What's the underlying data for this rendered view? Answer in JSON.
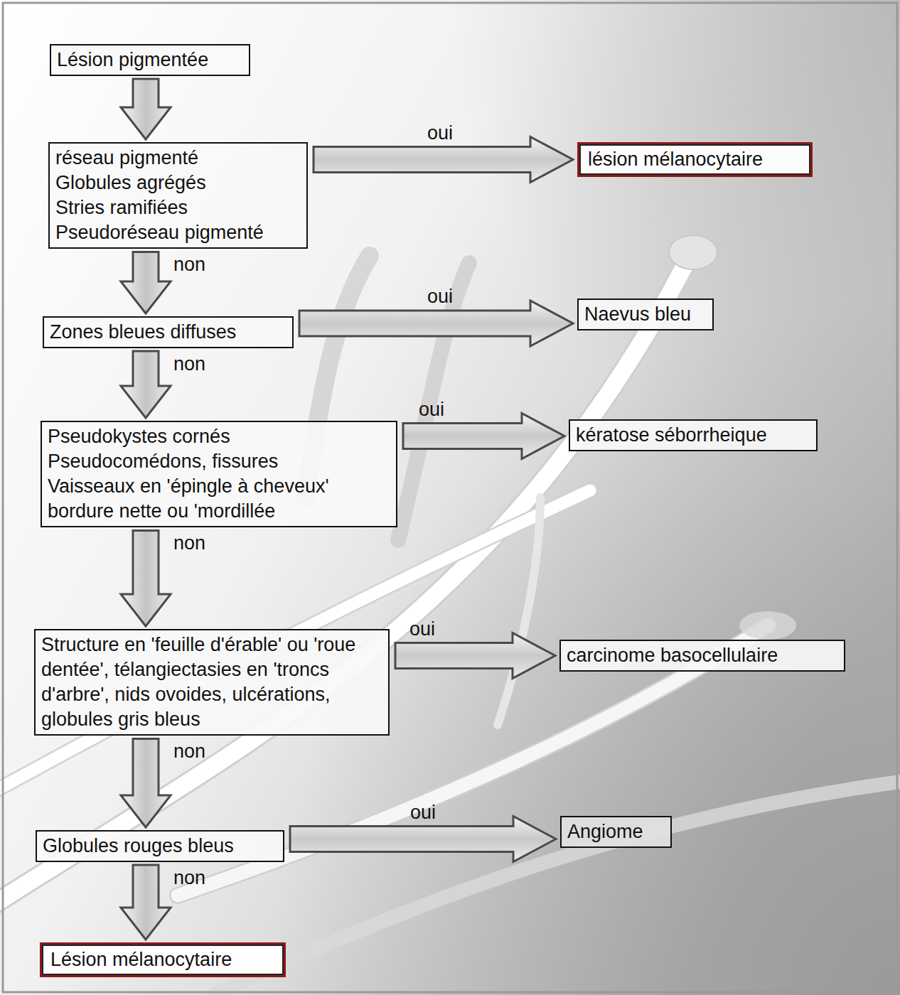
{
  "diagram": {
    "nodes": [
      {
        "text": [
          "Lésion pigmentée"
        ]
      },
      {
        "text": [
          "réseau pigmenté",
          "Globules agrégés",
          "Stries ramifiées",
          "Pseudoréseau pigmenté"
        ]
      },
      {
        "text": [
          "lésion mélanocytaire"
        ]
      },
      {
        "text": [
          "Zones bleues diffuses"
        ]
      },
      {
        "text": [
          "Naevus bleu"
        ]
      },
      {
        "text": [
          "Pseudokystes cornés",
          "Pseudocomédons, fissures",
          "Vaisseaux en 'épingle à cheveux'",
          "bordure nette ou 'mordillée"
        ]
      },
      {
        "text": [
          "kératose séborrheique"
        ]
      },
      {
        "text": [
          "Structure en 'feuille d'érable' ou 'roue dentée', télangiectasies en 'troncs d'arbre', nids ovoides, ulcérations, globules gris bleus"
        ]
      },
      {
        "text": [
          "carcinome basocellulaire"
        ]
      },
      {
        "text": [
          "Globules rouges bleus"
        ]
      },
      {
        "text": [
          "Angiome"
        ]
      },
      {
        "text": [
          "Lésion mélanocytaire"
        ]
      }
    ],
    "edges": [
      {
        "from": 0,
        "to": 1,
        "arrow": "to"
      },
      {
        "from": 1,
        "to": 2,
        "label": "oui",
        "arrow": "to"
      },
      {
        "from": 1,
        "to": 3,
        "label": "non",
        "arrow": "to"
      },
      {
        "from": 3,
        "to": 4,
        "label": "oui",
        "arrow": "to"
      },
      {
        "from": 3,
        "to": 5,
        "label": "non",
        "arrow": "to"
      },
      {
        "from": 5,
        "to": 6,
        "label": "oui",
        "arrow": "to"
      },
      {
        "from": 5,
        "to": 7,
        "label": "non",
        "arrow": "to"
      },
      {
        "from": 7,
        "to": 8,
        "label": "oui",
        "arrow": "to"
      },
      {
        "from": 7,
        "to": 9,
        "label": "non",
        "arrow": "to"
      },
      {
        "from": 9,
        "to": 10,
        "label": "oui",
        "arrow": "to"
      },
      {
        "from": 9,
        "to": 11,
        "label": "non",
        "arrow": "to"
      }
    ]
  }
}
